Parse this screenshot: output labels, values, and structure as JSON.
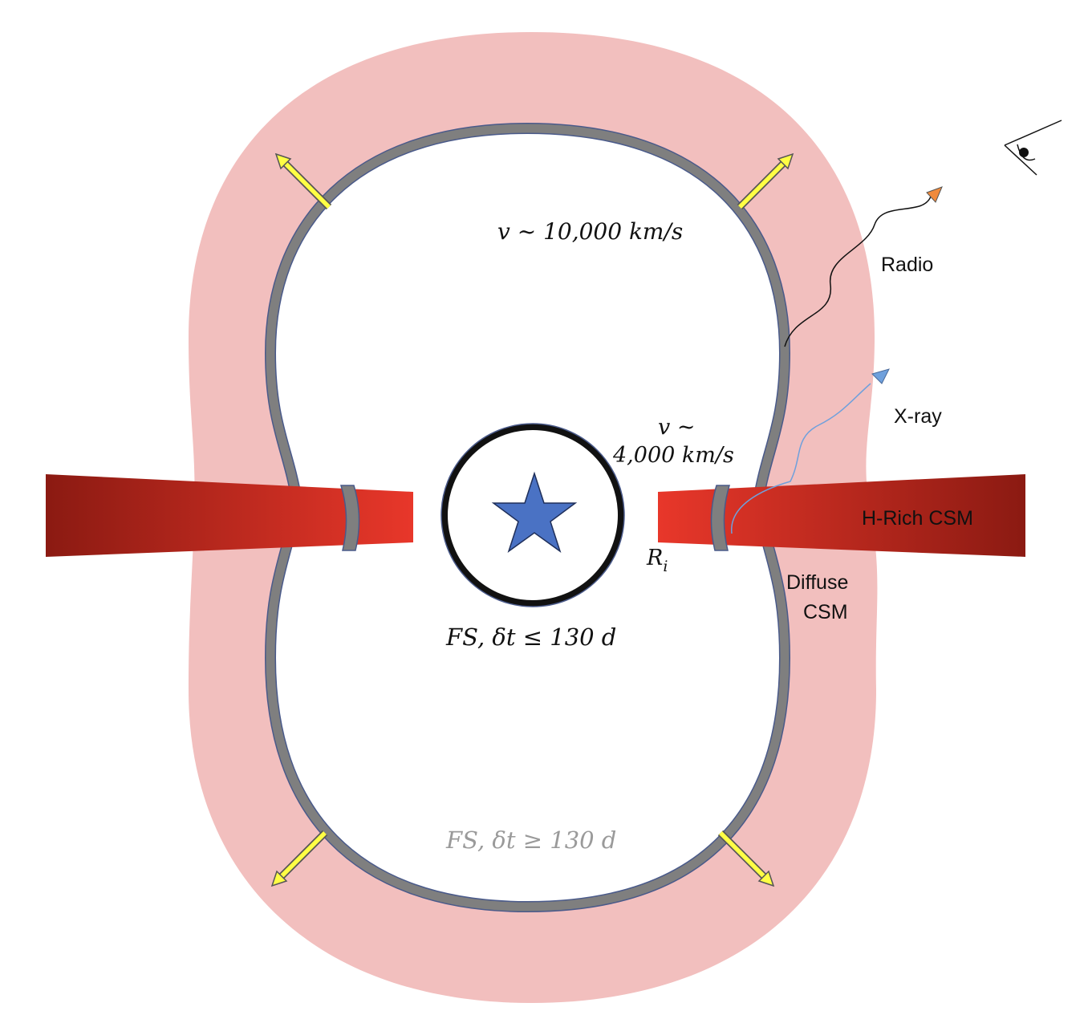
{
  "labels": {
    "v_top": "v ~ 10,000 km/s",
    "v_mid_line1": "v ~",
    "v_mid_line2": "4,000 km/s",
    "radio": "Radio",
    "xray": "X-ray",
    "h_rich": "H-Rich CSM",
    "diffuse_line1": "Diffuse",
    "diffuse_line2": "CSM",
    "r_i": "R",
    "r_i_sub": "i",
    "fs_early": "FS, δt  ≤ 130 d",
    "fs_late": "FS, δt ≥ 130 d"
  },
  "colors": {
    "outer_csm": "#f2bfbe",
    "shell": "#7f7f7f",
    "shell_edge": "#4a5a8a",
    "disk_inner": "#e8372a",
    "disk_outer": "#8b1a12",
    "star": "#4a72c4",
    "arrow": "#ffff44",
    "radio_arrow": "#f08a3c",
    "xray_arrow": "#6fa0dc",
    "fs_late_text": "#9a9a9a"
  },
  "icons": {
    "observer": "eye-icon",
    "progenitor": "star-icon"
  }
}
